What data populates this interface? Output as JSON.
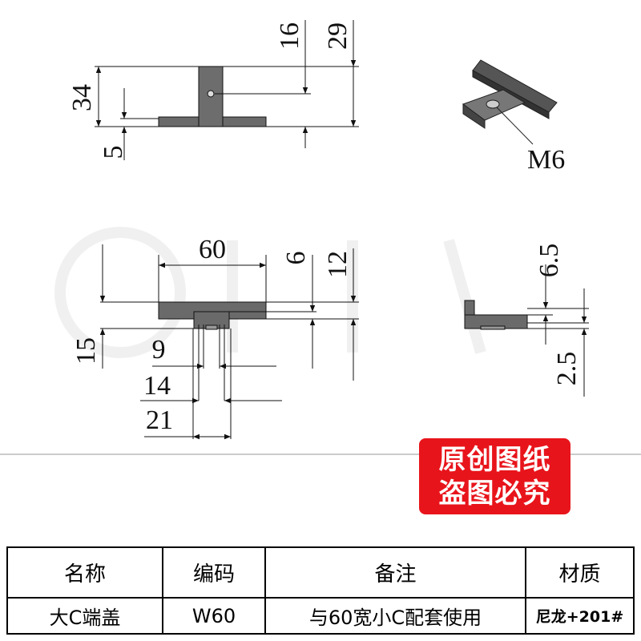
{
  "drawing": {
    "top_view_dims": {
      "height_total": "34",
      "base_thickness": "5",
      "hole_height": "16",
      "stem_height": "29"
    },
    "iso_view": {
      "thread_label": "M6"
    },
    "front_view_dims": {
      "width": "60",
      "d6": "6",
      "d12": "12",
      "d15": "15",
      "d9": "9",
      "d14": "14",
      "d21": "21"
    },
    "side_view_dims": {
      "d6_5": "6.5",
      "d2_5": "2.5"
    }
  },
  "badge": {
    "line1": "原创图纸",
    "line2": "盗图必究",
    "color": "#e8141b"
  },
  "table": {
    "headers": [
      "名称",
      "编码",
      "备注",
      "材质"
    ],
    "row": [
      "大C端盖",
      "W60",
      "与60宽小C配套使用",
      "尼龙+201#"
    ]
  }
}
